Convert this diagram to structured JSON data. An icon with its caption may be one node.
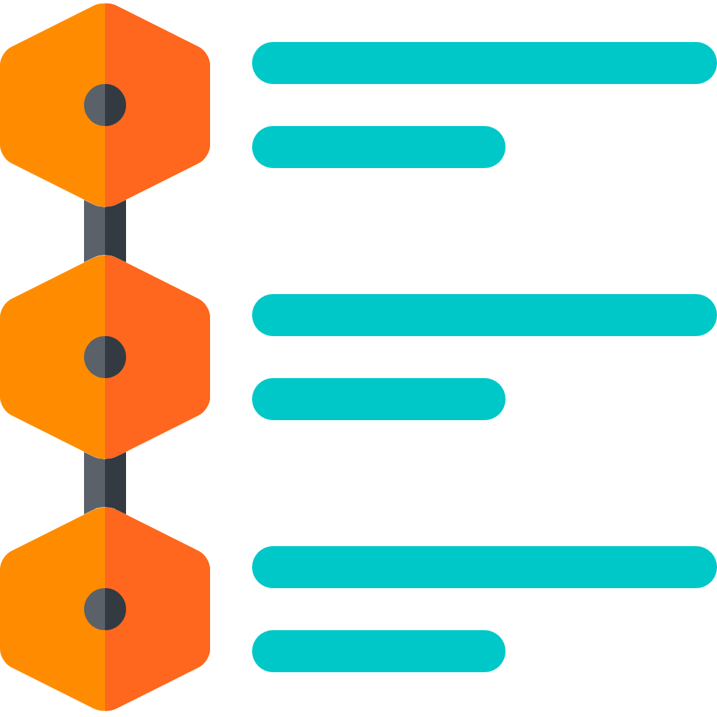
{
  "diagram": {
    "nodes": [
      {
        "text": [],
        "shape": "hexagon"
      },
      {
        "text": [],
        "shape": "hexagon"
      },
      {
        "text": [],
        "shape": "hexagon"
      }
    ],
    "edges": [
      {
        "from": 0,
        "to": 1,
        "arrow": "none"
      },
      {
        "from": 1,
        "to": 2,
        "arrow": "none"
      }
    ]
  }
}
